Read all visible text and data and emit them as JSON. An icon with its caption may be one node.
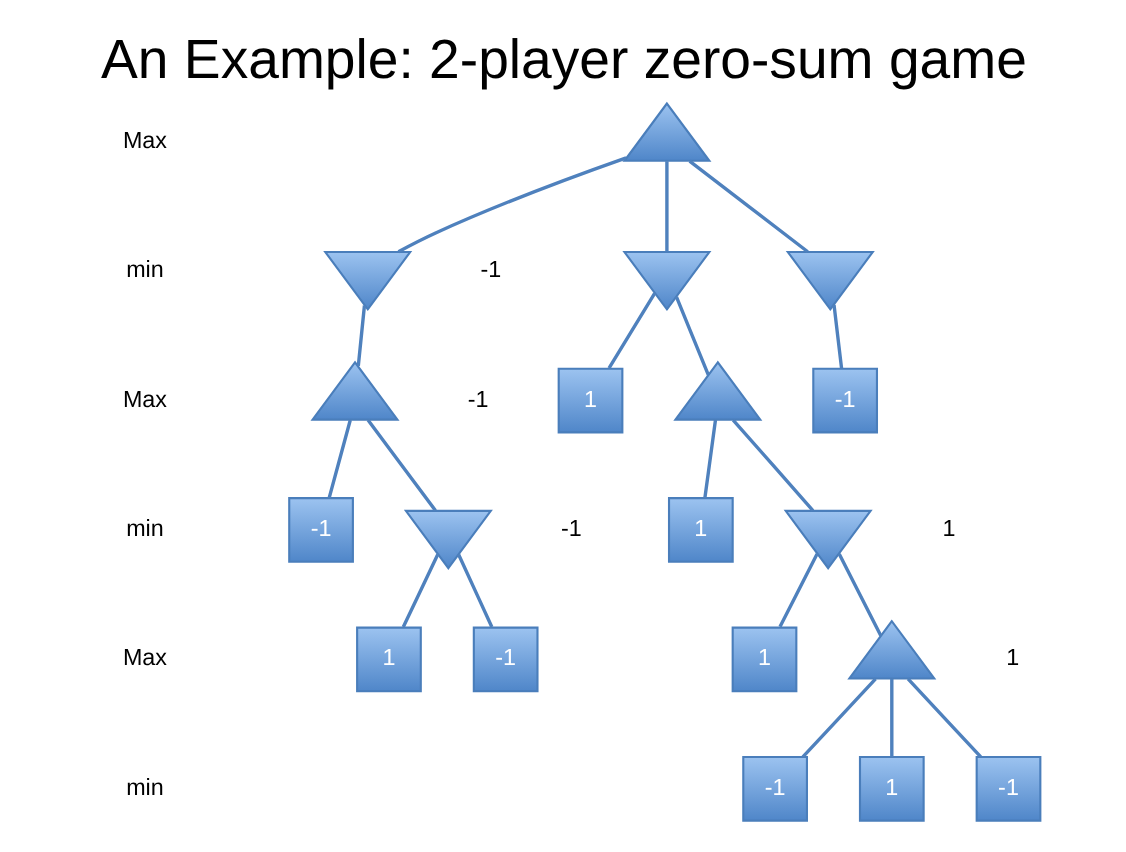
{
  "diagram": {
    "title": "An Example: 2-player zero-sum game",
    "nodes": [
      {
        "text": [],
        "shape": "triangle"
      },
      {
        "text": [],
        "shape": "invtriangle",
        "beside": [
          "-1"
        ]
      },
      {
        "text": [],
        "shape": "invtriangle"
      },
      {
        "text": [],
        "shape": "invtriangle"
      },
      {
        "text": [],
        "shape": "triangle",
        "beside": [
          "-1"
        ]
      },
      {
        "text": [
          "1"
        ]
      },
      {
        "text": [],
        "shape": "triangle"
      },
      {
        "text": [
          "-1"
        ]
      },
      {
        "text": [
          "-1"
        ]
      },
      {
        "text": [],
        "shape": "invtriangle",
        "beside": [
          "-1"
        ]
      },
      {
        "text": [
          "1"
        ]
      },
      {
        "text": [],
        "shape": "invtriangle",
        "beside": [
          "1"
        ]
      },
      {
        "text": [
          "1"
        ]
      },
      {
        "text": [
          "-1"
        ]
      },
      {
        "text": [
          "1"
        ]
      },
      {
        "text": [],
        "shape": "triangle",
        "beside": [
          "1"
        ]
      },
      {
        "text": [
          "-1"
        ]
      },
      {
        "text": [
          "1"
        ]
      },
      {
        "text": [
          "-1"
        ]
      }
    ],
    "edges": [
      {
        "from": 0,
        "to": 1,
        "arrow": "none"
      },
      {
        "from": 0,
        "to": 2,
        "arrow": "none"
      },
      {
        "from": 0,
        "to": 3,
        "arrow": "none"
      },
      {
        "from": 1,
        "to": 4,
        "arrow": "none"
      },
      {
        "from": 2,
        "to": 5,
        "arrow": "none"
      },
      {
        "from": 2,
        "to": 6,
        "arrow": "none"
      },
      {
        "from": 3,
        "to": 7,
        "arrow": "none"
      },
      {
        "from": 4,
        "to": 8,
        "arrow": "none"
      },
      {
        "from": 4,
        "to": 9,
        "arrow": "none"
      },
      {
        "from": 6,
        "to": 10,
        "arrow": "none"
      },
      {
        "from": 6,
        "to": 11,
        "arrow": "none"
      },
      {
        "from": 9,
        "to": 12,
        "arrow": "none"
      },
      {
        "from": 9,
        "to": 13,
        "arrow": "none"
      },
      {
        "from": 11,
        "to": 14,
        "arrow": "none"
      },
      {
        "from": 11,
        "to": 15,
        "arrow": "none"
      },
      {
        "from": 15,
        "to": 16,
        "arrow": "none"
      },
      {
        "from": 15,
        "to": 17,
        "arrow": "none"
      },
      {
        "from": 15,
        "to": 18,
        "arrow": "none"
      }
    ],
    "labels": [
      "Max",
      "min",
      "Max",
      "min",
      "Max",
      "min"
    ]
  }
}
